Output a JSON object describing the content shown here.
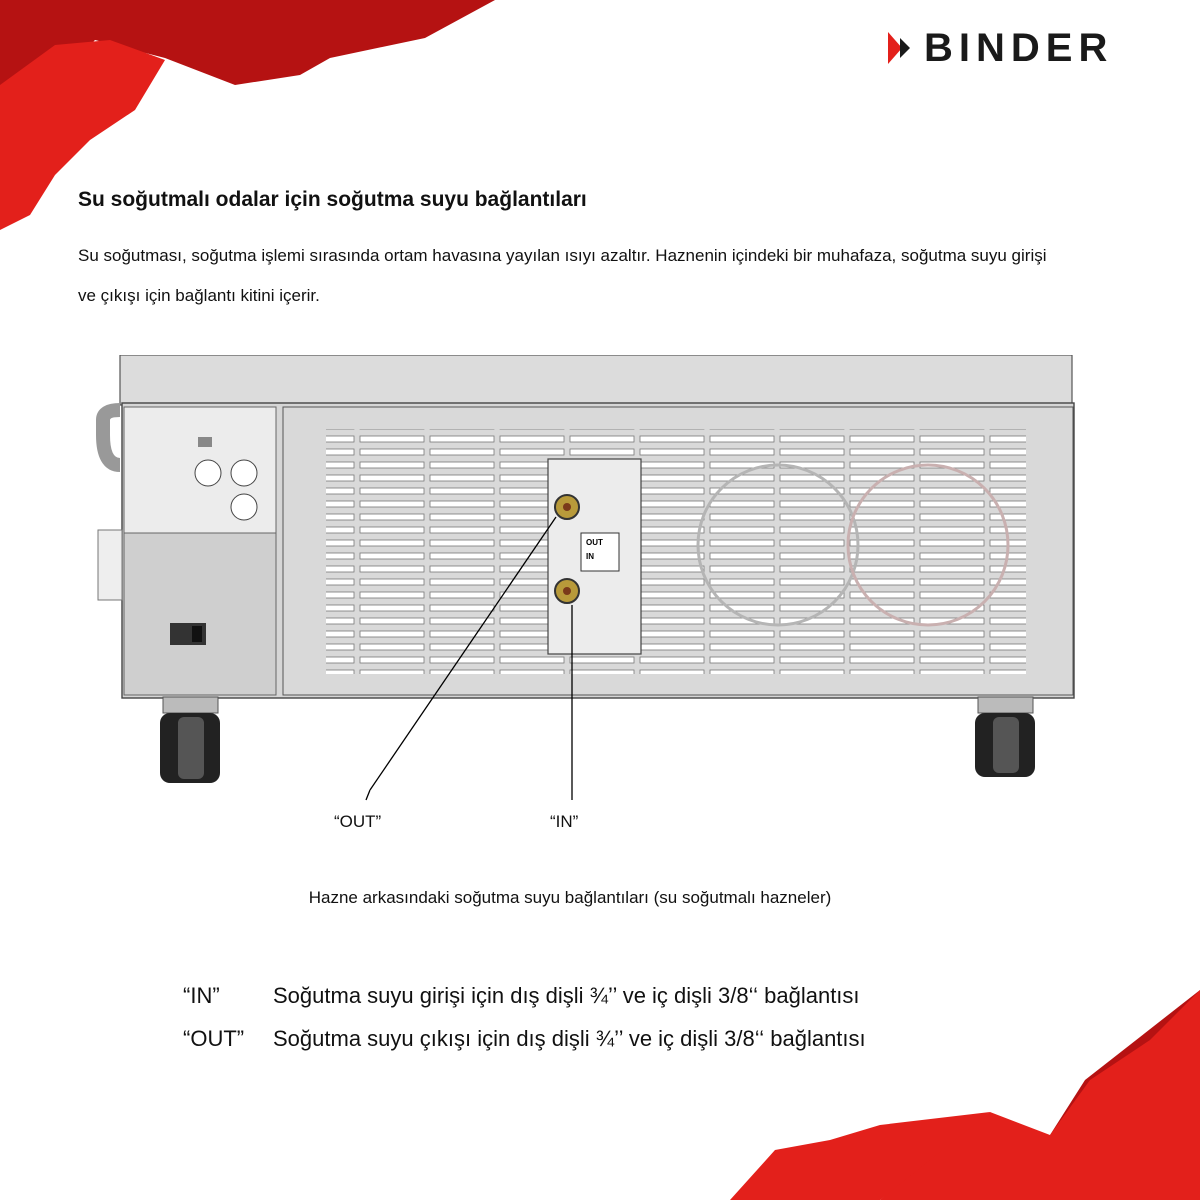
{
  "brand": {
    "name": "BINDER",
    "accent": "#e3201b"
  },
  "heading": "Su soğutmalı odalar için soğutma suyu bağlantıları",
  "intro": "Su soğutması, soğutma işlemi sırasında ortam havasına yayılan ısıyı azaltır. Haznenin içindeki bir muhafaza, soğutma suyu girişi ve çıkışı için bağlantı kitini içerir.",
  "figure": {
    "callout_out": "“OUT”",
    "callout_in": "“IN”",
    "panel_label_out": "OUT",
    "panel_label_in": "IN"
  },
  "caption": "Hazne arkasındaki soğutma suyu bağlantıları (su soğutmalı hazneler)",
  "specs": [
    {
      "code": "“IN”",
      "text": "Soğutma suyu girişi için dış dişli ¾’’ ve iç dişli 3/8‘‘ bağlantısı"
    },
    {
      "code": "“OUT”",
      "text": "Soğutma suyu çıkışı için dış dişli ¾’’ ve iç dişli 3/8‘‘ bağlantısı"
    }
  ]
}
